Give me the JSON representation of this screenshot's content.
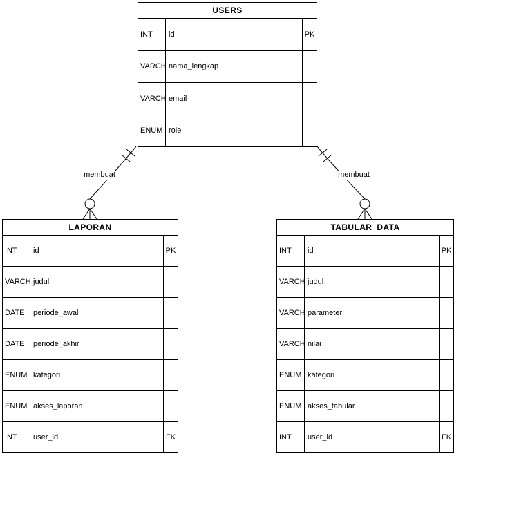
{
  "diagram": {
    "type": "entity-relationship",
    "colors": {
      "line": "#000000",
      "text": "#000000",
      "background": "#ffffff"
    },
    "entities": [
      {
        "name": "USERS",
        "rows": [
          {
            "type": "INT",
            "name": "id",
            "key": "PK"
          },
          {
            "type": "VARCH",
            "name": "nama_lengkap",
            "key": ""
          },
          {
            "type": "VARCH",
            "name": "email",
            "key": ""
          },
          {
            "type": "ENUM",
            "name": "role",
            "key": ""
          }
        ]
      },
      {
        "name": "LAPORAN",
        "rows": [
          {
            "type": "INT",
            "name": "id",
            "key": "PK"
          },
          {
            "type": "VARCH",
            "name": "judul",
            "key": ""
          },
          {
            "type": "DATE",
            "name": "periode_awal",
            "key": ""
          },
          {
            "type": "DATE",
            "name": "periode_akhir",
            "key": ""
          },
          {
            "type": "ENUM",
            "name": "kategori",
            "key": ""
          },
          {
            "type": "ENUM",
            "name": "akses_laporan",
            "key": ""
          },
          {
            "type": "INT",
            "name": "user_id",
            "key": "FK"
          }
        ]
      },
      {
        "name": "TABULAR_DATA",
        "rows": [
          {
            "type": "INT",
            "name": "id",
            "key": "PK"
          },
          {
            "type": "VARCH",
            "name": "judul",
            "key": ""
          },
          {
            "type": "VARCH",
            "name": "parameter",
            "key": ""
          },
          {
            "type": "VARCH",
            "name": "nilai",
            "key": ""
          },
          {
            "type": "ENUM",
            "name": "kategori",
            "key": ""
          },
          {
            "type": "ENUM",
            "name": "akses_tabular",
            "key": ""
          },
          {
            "type": "INT",
            "name": "user_id",
            "key": "FK"
          }
        ]
      }
    ],
    "relationships": [
      {
        "label": "membuat",
        "from": "USERS",
        "to": "LAPORAN",
        "from_cardinality": "one-and-only-one",
        "to_cardinality": "zero-or-many"
      },
      {
        "label": "membuat",
        "from": "USERS",
        "to": "TABULAR_DATA",
        "from_cardinality": "one-and-only-one",
        "to_cardinality": "zero-or-many"
      }
    ]
  }
}
